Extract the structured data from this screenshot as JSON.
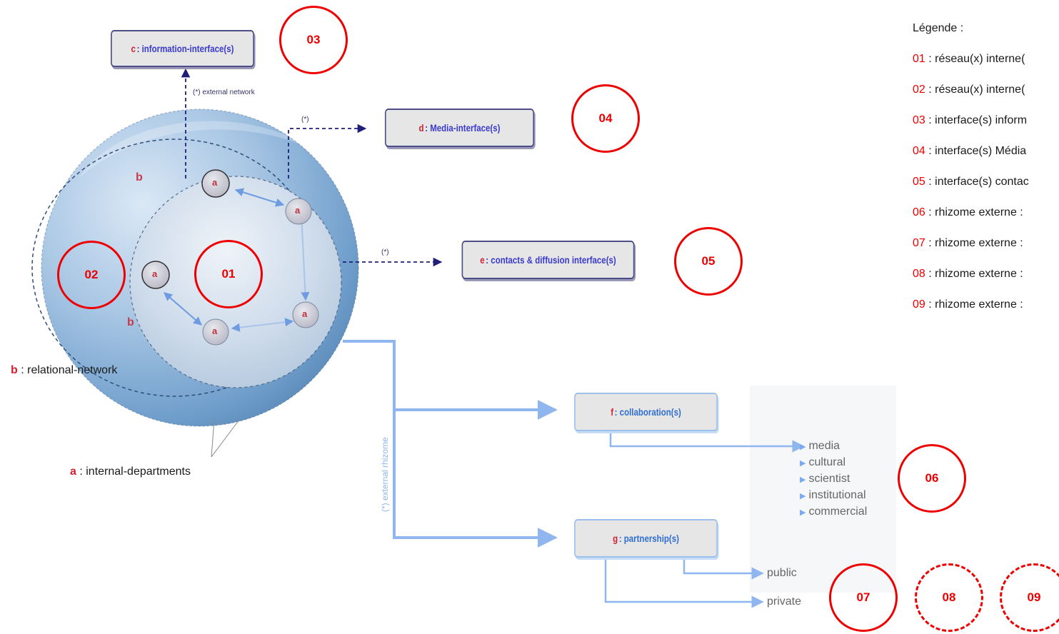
{
  "boxes": {
    "c": {
      "key": "c",
      "text": " : information-interface(s)"
    },
    "d": {
      "key": "d",
      "text": " : Media-interface(s)"
    },
    "e": {
      "key": "e",
      "text": " : contacts & diffusion interface(s)"
    },
    "f": {
      "key": "f",
      "text": " : collaboration(s)"
    },
    "g": {
      "key": "g",
      "text": " : partnership(s)"
    }
  },
  "circles": {
    "c01": "01",
    "c02": "02",
    "c03": "03",
    "c04": "04",
    "c05": "05",
    "c06": "06",
    "c07": "07",
    "c08": "08",
    "c09": "09"
  },
  "nodes": {
    "letter": "a"
  },
  "ring_letter": "b",
  "notes": {
    "external_network": "(*) external network",
    "star": "(*)",
    "external_rhizome": "(*) external rhizome"
  },
  "definitions": {
    "b_key": "b",
    "b_text": " : relational-network",
    "a_key": "a",
    "a_text": " : internal-departments"
  },
  "collaboration_sectors": [
    "media",
    "cultural",
    "scientist",
    "institutional",
    "commercial"
  ],
  "partnership_sectors": [
    "public",
    "private"
  ],
  "legend": {
    "title": "Légende :",
    "items": [
      {
        "num": "01",
        "text": " : réseau(x) interne("
      },
      {
        "num": "02",
        "text": " : réseau(x) interne("
      },
      {
        "num": "03",
        "text": " : interface(s) inform"
      },
      {
        "num": "04",
        "text": " : interface(s) Média"
      },
      {
        "num": "05",
        "text": " : interface(s) contac"
      },
      {
        "num": "06",
        "text": " : rhizome externe  :"
      },
      {
        "num": "07",
        "text": " : rhizome externe  :"
      },
      {
        "num": "08",
        "text": " : rhizome externe  :"
      },
      {
        "num": "09",
        "text": " : rhizome externe  :"
      }
    ]
  },
  "colors": {
    "annotation_red": "#ee0000",
    "key_red": "#d41e2e",
    "dark_blue": "#1f1f7a",
    "light_blue": "#8fb6ee"
  }
}
